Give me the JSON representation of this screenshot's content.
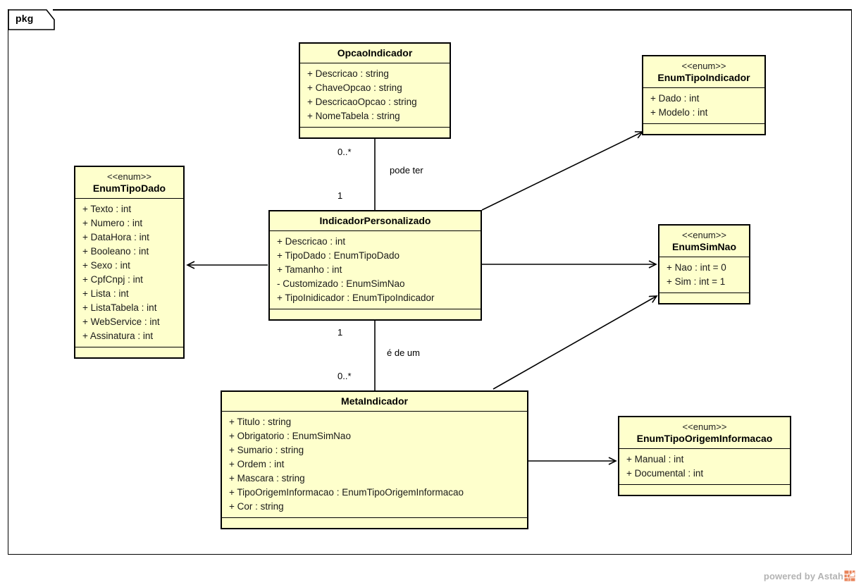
{
  "diagram": {
    "type": "uml-class-diagram",
    "package_tab_label": "pkg",
    "credit_text": "powered by Astah",
    "credit_logo_icon": "astah-logo-icon",
    "background_color": "#ffffff",
    "class_fill_color": "#feffcc",
    "class_border_color": "#000000",
    "logo_color": "#e8835a"
  },
  "classes": [
    {
      "id": "OpcaoIndicador",
      "stereotype": "",
      "name": "OpcaoIndicador",
      "attributes": [
        "+ Descricao : string",
        "+ ChaveOpcao : string",
        "+ DescricaoOpcao : string",
        "+ NomeTabela : string"
      ]
    },
    {
      "id": "EnumTipoIndicador",
      "stereotype": "<<enum>>",
      "name": "EnumTipoIndicador",
      "attributes": [
        "+ Dado : int",
        "+ Modelo : int"
      ]
    },
    {
      "id": "EnumTipoDado",
      "stereotype": "<<enum>>",
      "name": "EnumTipoDado",
      "attributes": [
        "+ Texto : int",
        "+ Numero : int",
        "+ DataHora : int",
        "+ Booleano : int",
        "+ Sexo : int",
        "+ CpfCnpj : int",
        "+ Lista : int",
        "+ ListaTabela : int",
        "+ WebService : int",
        "+ Assinatura : int"
      ]
    },
    {
      "id": "IndicadorPersonalizado",
      "stereotype": "",
      "name": "IndicadorPersonalizado",
      "attributes": [
        "+ Descricao : int",
        "+ TipoDado : EnumTipoDado",
        "+ Tamanho : int",
        "- Customizado : EnumSimNao",
        "+ TipoInidicador : EnumTipoIndicador"
      ]
    },
    {
      "id": "EnumSimNao",
      "stereotype": "<<enum>>",
      "name": "EnumSimNao",
      "attributes": [
        "+ Nao : int = 0",
        "+ Sim : int = 1"
      ]
    },
    {
      "id": "MetaIndicador",
      "stereotype": "",
      "name": "MetaIndicador",
      "attributes": [
        "+ Titulo : string",
        "+ Obrigatorio : EnumSimNao",
        "+ Sumario : string",
        "+ Ordem : int",
        "+ Mascara : string",
        "+ TipoOrigemInformacao : EnumTipoOrigemInformacao",
        "+ Cor : string"
      ]
    },
    {
      "id": "EnumTipoOrigemInformacao",
      "stereotype": "<<enum>>",
      "name": "EnumTipoOrigemInformacao",
      "attributes": [
        "+ Manual : int",
        "+ Documental : int"
      ]
    }
  ],
  "relationships": [
    {
      "id": "rel-opcao-indicador",
      "from": "IndicadorPersonalizado",
      "to": "OpcaoIndicador",
      "kind": "association",
      "label": "pode ter",
      "source_multiplicity": "1",
      "target_multiplicity": "0..*"
    },
    {
      "id": "rel-indicador-tipoindicador",
      "from": "IndicadorPersonalizado",
      "to": "EnumTipoIndicador",
      "kind": "dependency",
      "label": "",
      "source_multiplicity": "",
      "target_multiplicity": ""
    },
    {
      "id": "rel-indicador-tipodado",
      "from": "IndicadorPersonalizado",
      "to": "EnumTipoDado",
      "kind": "dependency",
      "label": "",
      "source_multiplicity": "",
      "target_multiplicity": ""
    },
    {
      "id": "rel-indicador-simnao",
      "from": "IndicadorPersonalizado",
      "to": "EnumSimNao",
      "kind": "dependency",
      "label": "",
      "source_multiplicity": "",
      "target_multiplicity": ""
    },
    {
      "id": "rel-indicador-meta",
      "from": "IndicadorPersonalizado",
      "to": "MetaIndicador",
      "kind": "association",
      "label": "é de um",
      "source_multiplicity": "1",
      "target_multiplicity": "0..*"
    },
    {
      "id": "rel-meta-simnao",
      "from": "MetaIndicador",
      "to": "EnumSimNao",
      "kind": "dependency",
      "label": "",
      "source_multiplicity": "",
      "target_multiplicity": ""
    },
    {
      "id": "rel-meta-origem",
      "from": "MetaIndicador",
      "to": "EnumTipoOrigemInformacao",
      "kind": "dependency",
      "label": "",
      "source_multiplicity": "",
      "target_multiplicity": ""
    }
  ],
  "edge_labels": {
    "pode_ter": "pode ter",
    "pode_ter_top_mult": "0..*",
    "pode_ter_bottom_mult": "1",
    "e_de_um": "é de um",
    "e_de_um_top_mult": "1",
    "e_de_um_bottom_mult": "0..*"
  }
}
